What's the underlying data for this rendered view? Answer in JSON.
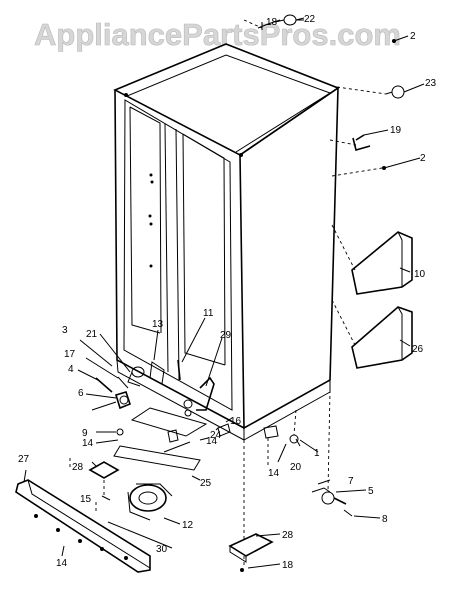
{
  "watermark": "AppliancePartsPros.com",
  "callouts": {
    "c2a": "2",
    "c2b": "2",
    "c3": "3",
    "c4": "4",
    "c5": "5",
    "c6": "6",
    "c7": "7",
    "c8": "8",
    "c9": "9",
    "c10": "10",
    "c11": "11",
    "c12": "12",
    "c13": "13",
    "c14a": "14",
    "c14b": "14",
    "c14c": "14",
    "c14d": "14",
    "c15": "15",
    "c16": "16",
    "c17": "17",
    "c18a": "18",
    "c18b": "18",
    "c19": "19",
    "c20": "20",
    "c21": "21",
    "c22": "22",
    "c23": "23",
    "c24": "24",
    "c25": "25",
    "c26": "26",
    "c27": "27",
    "c28a": "28",
    "c28b": "28",
    "c29": "29",
    "c30": "30",
    "c1": "1"
  }
}
